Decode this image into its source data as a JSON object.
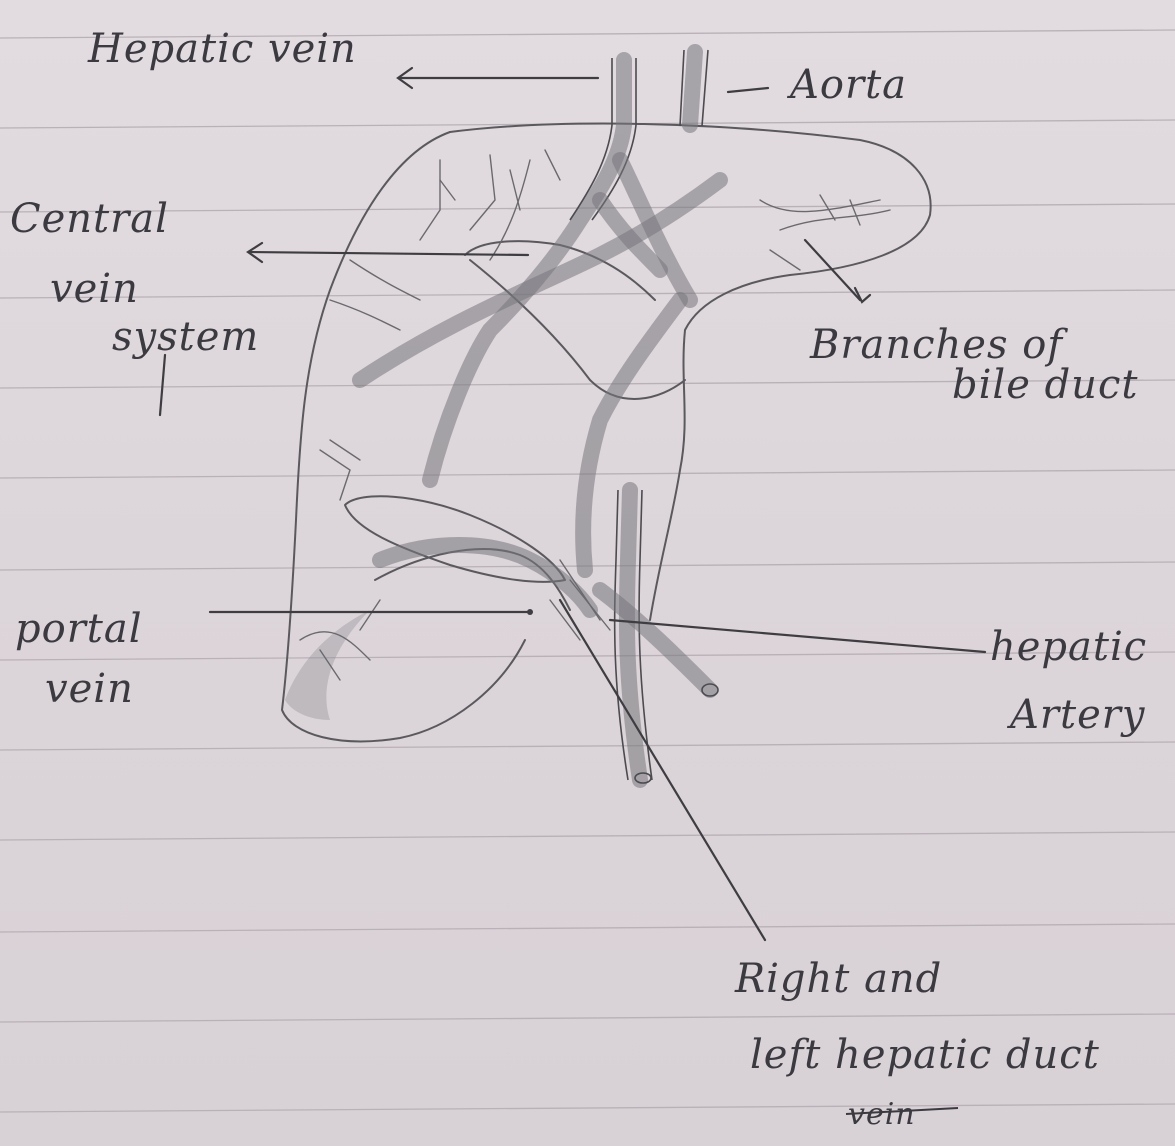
{
  "labels": {
    "hepatic_vein": "Hepatic vein",
    "aorta": "Aorta",
    "central_vein_1": "Central",
    "central_vein_2": "vein",
    "central_vein_3": "system",
    "branches_1": "Branches of",
    "branches_2": "bile duct",
    "portal_1": "portal",
    "portal_2": "vein",
    "hepatic_artery_1": "hepatic",
    "hepatic_artery_2": "Artery",
    "ducts_1": "Right and",
    "ducts_2": "left hepatic duct",
    "ducts_3": "vein"
  }
}
